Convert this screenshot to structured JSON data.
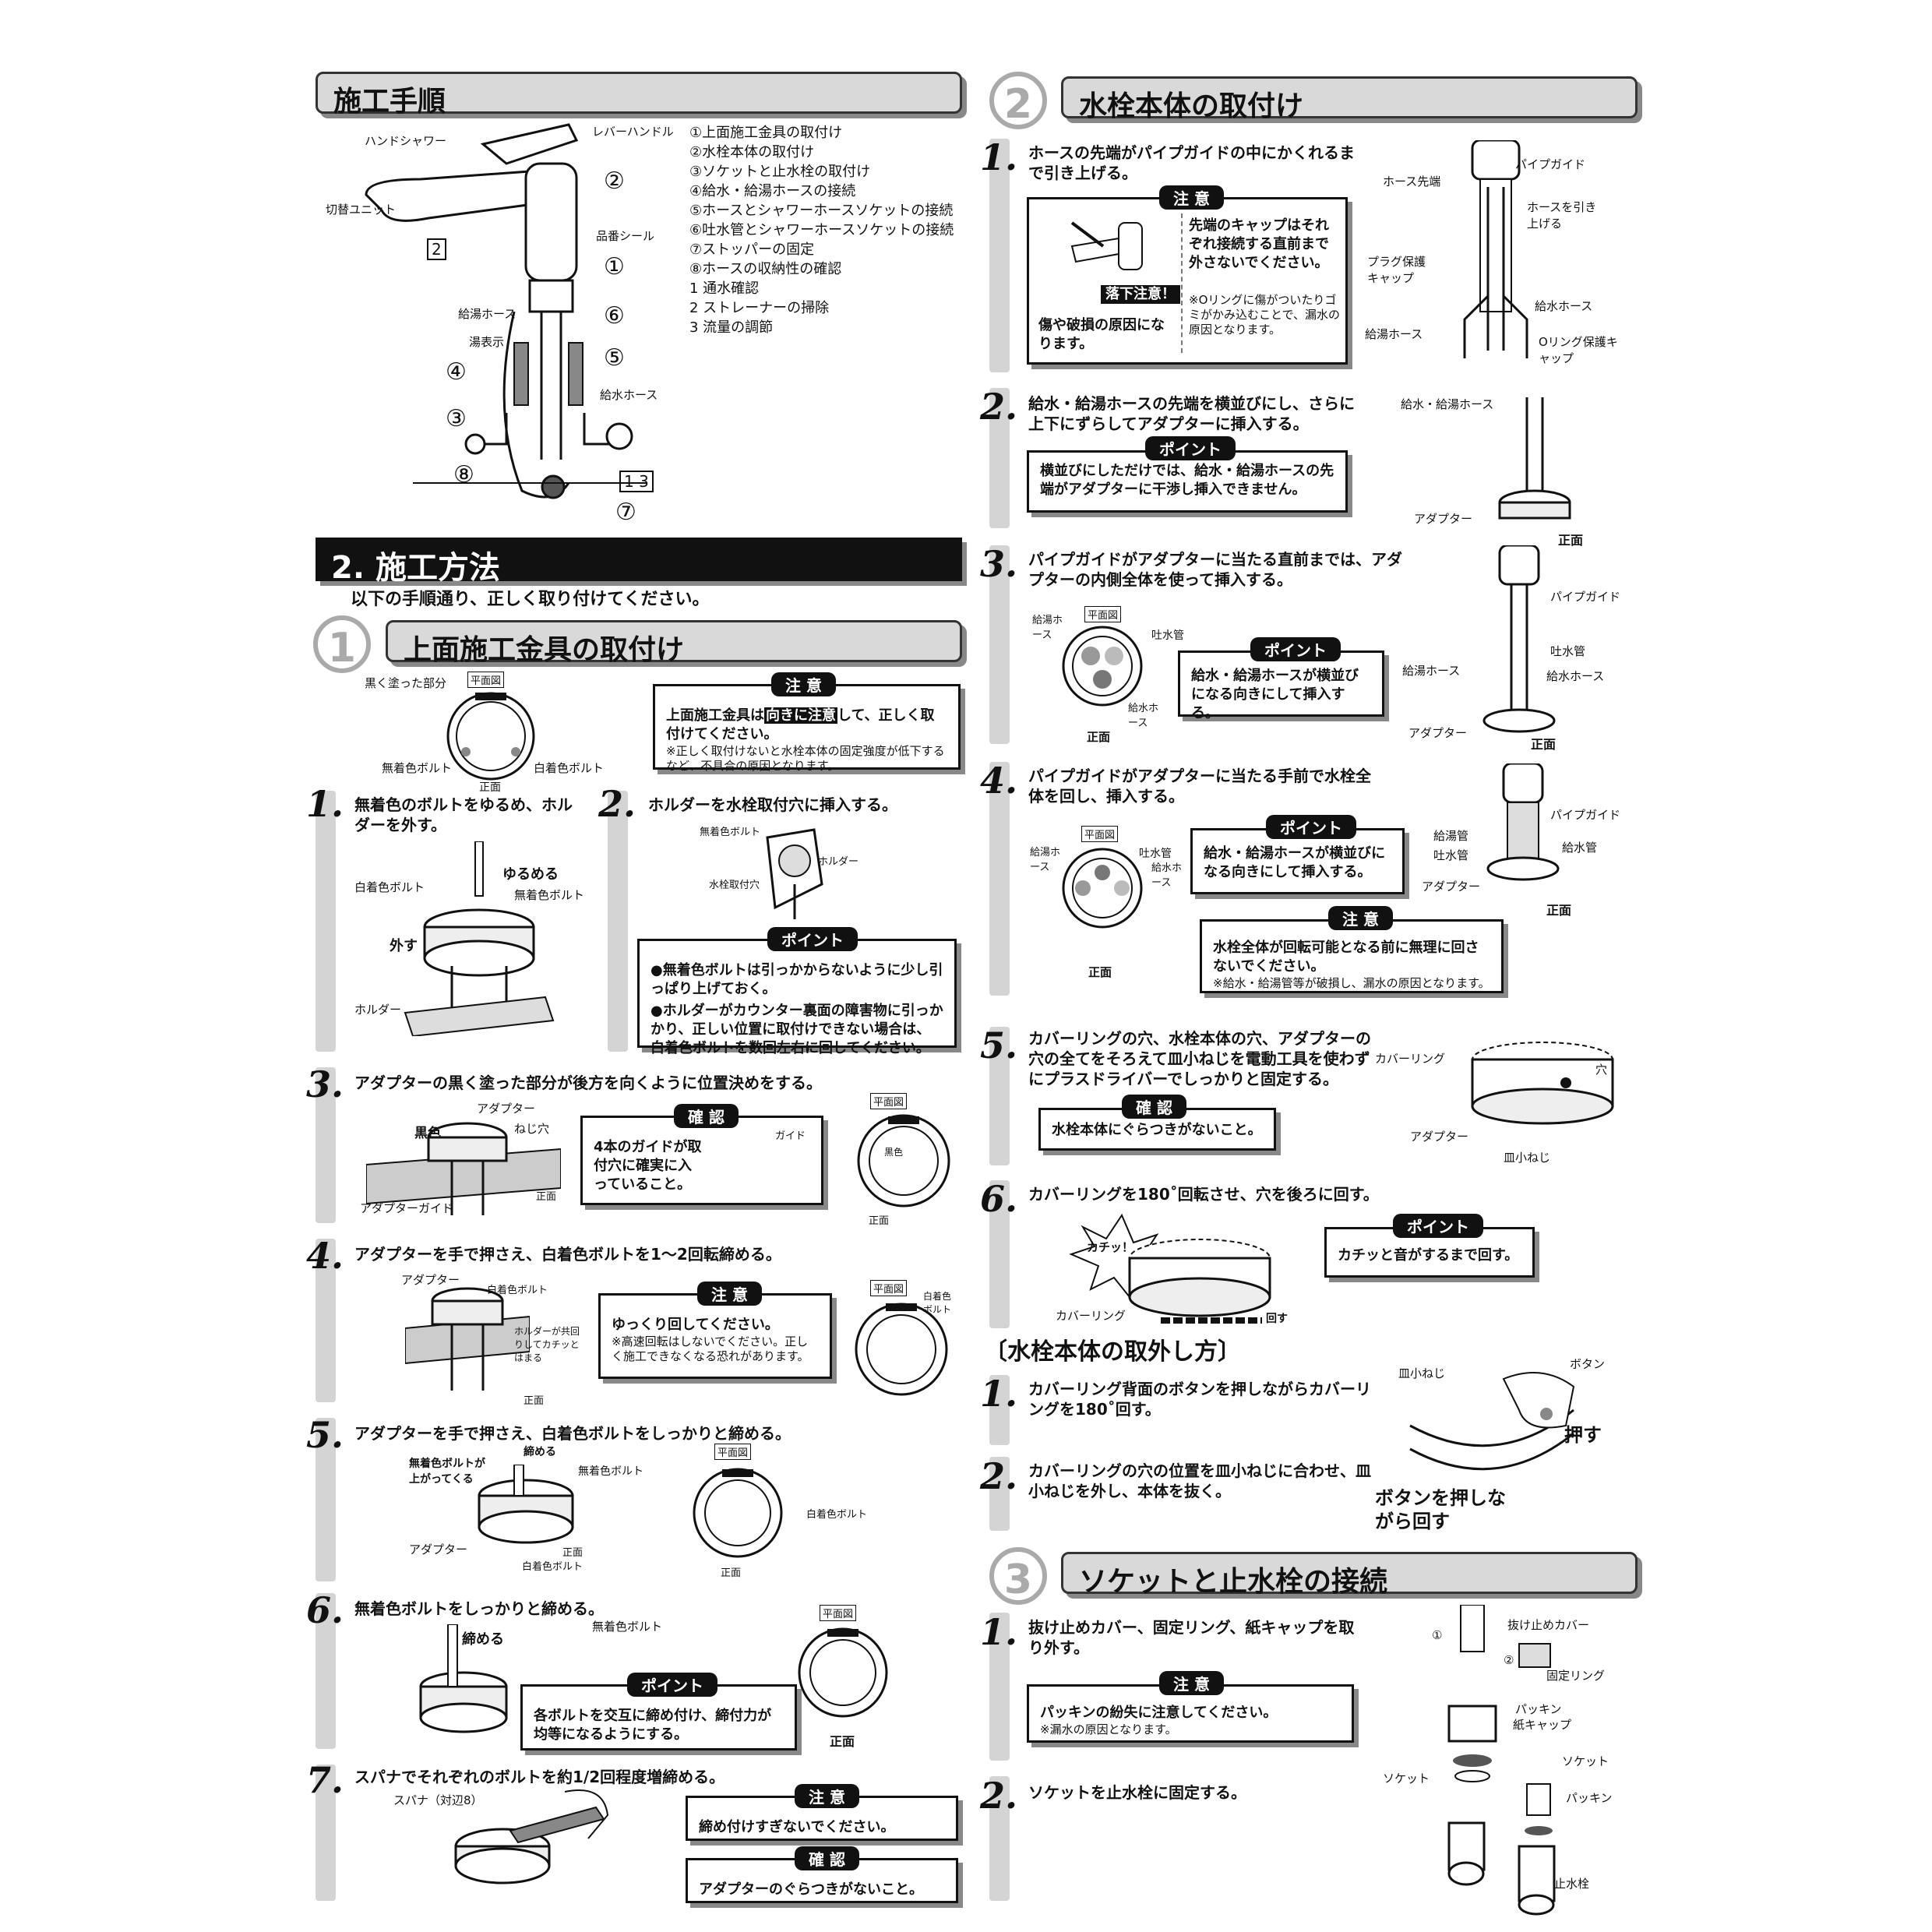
{
  "procedure": {
    "title": "施工手順",
    "labels": {
      "hand_shower": "ハンドシャワー",
      "lever_handle": "レバーハンドル",
      "switch_unit": "切替ユニット",
      "model_seal": "品番シール",
      "hot_hose": "給湯ホース",
      "hot_mark": "湯表示",
      "cold_hose": "給水ホース",
      "box2": "2",
      "box13": "1 3"
    },
    "list": [
      "①上面施工金具の取付け",
      "②水栓本体の取付け",
      "③ソケットと止水栓の取付け",
      "④給水・給湯ホースの接続",
      "⑤ホースとシャワーホースソケットの接続",
      "⑥吐水管とシャワーホースソケットの接続",
      "⑦ストッパーの固定",
      "⑧ホースの収納性の確認",
      "1 通水確認",
      "2 ストレーナーの掃除",
      "3 流量の調節"
    ],
    "callouts": [
      "②",
      "①",
      "⑥",
      "⑤",
      "④",
      "③",
      "⑧",
      "⑦"
    ]
  },
  "method": {
    "title": "2. 施工方法",
    "intro": "以下の手順通り、正しく取り付けてください。"
  },
  "sec1": {
    "num": "1",
    "title": "上面施工金具の取付け",
    "top_labels": {
      "black_part": "黒く塗った部分",
      "plan": "平面図",
      "plain_bolt": "無着色ボルト",
      "white_bolt": "白着色ボルト",
      "front": "正面"
    },
    "caution_top": {
      "tag": "注 意",
      "text1": "上面施工金具は",
      "highlight": "向きに注意",
      "text2": "して、正しく取付けてください。",
      "note": "※正しく取付けないと水栓本体の固定強度が低下するなど、不具合の原因となります。"
    },
    "s1": {
      "num": "1.",
      "text": "無着色のボルトをゆるめ、ホルダーを外す。",
      "labels": [
        "ゆるめる",
        "白着色ボルト",
        "無着色ボルト",
        "外す",
        "ホルダー"
      ]
    },
    "s2": {
      "num": "2.",
      "text": "ホルダーを水栓取付穴に挿入する。",
      "labels": [
        "無着色ボルト",
        "ホルダー",
        "水栓取付穴"
      ],
      "point": {
        "tag": "ポイント",
        "b1": "●無着色ボルトは引っかからないように少し引っぱり上げておく。",
        "b2": "●ホルダーがカウンター裏面の障害物に引っかかり、正しい位置に取付けできない場合は、白着色ボルトを数回左右に回してください。"
      }
    },
    "s3": {
      "num": "3.",
      "text": "アダプターの黒く塗った部分が後方を向くように位置決めをする。",
      "labels": [
        "アダプター",
        "黒色",
        "ねじ穴",
        "アダプターガイド",
        "正面",
        "ガイド",
        "平面図",
        "黒色",
        "正面"
      ],
      "check": {
        "tag": "確 認",
        "text": "4本のガイドが取付穴に確実に入っていること。"
      }
    },
    "s4": {
      "num": "4.",
      "text": "アダプターを手で押さえ、白着色ボルトを1～2回転締める。",
      "labels": [
        "アダプター",
        "白着色ボルト",
        "ホルダーが共回りしてカチッとはまる",
        "正面",
        "平面図",
        "白着色ボルト"
      ],
      "caution": {
        "tag": "注 意",
        "text": "ゆっくり回してください。",
        "note": "※高速回転はしないでください。正しく施工できなくなる恐れがあります。"
      }
    },
    "s5": {
      "num": "5.",
      "text": "アダプターを手で押さえ、白着色ボルトをしっかりと締める。",
      "labels": [
        "無着色ボルトが上がってくる",
        "締める",
        "無着色ボルト",
        "平面図",
        "アダプター",
        "正面",
        "白着色ボルト",
        "白着色ボルト",
        "正面"
      ]
    },
    "s6": {
      "num": "6.",
      "text": "無着色ボルトをしっかりと締める。",
      "labels": [
        "締める",
        "無着色ボルト",
        "平面図",
        "正面"
      ],
      "point": {
        "tag": "ポイント",
        "text": "各ボルトを交互に締め付け、締付力が均等になるようにする。"
      }
    },
    "s7": {
      "num": "7.",
      "text": "スパナでそれぞれのボルトを約1/2回程度増締める。",
      "labels": [
        "スパナ（対辺8）"
      ],
      "caution": {
        "tag": "注 意",
        "text": "締め付けすぎないでください。"
      },
      "check": {
        "tag": "確 認",
        "text": "アダプターのぐらつきがないこと。"
      }
    }
  },
  "sec2": {
    "num": "2",
    "title": "水栓本体の取付け",
    "s1": {
      "num": "1.",
      "text": "ホースの先端がパイプガイドの中にかくれるまで引き上げる。",
      "caution": {
        "tag": "注 意",
        "drop": "落下注意！",
        "left": "傷や破損の原因になります。",
        "right": "先端のキャップはそれぞれ接続する直前まで外さないでください。",
        "note": "※Oリングに傷がついたりゴミがかみ込むことで、漏水の原因となります。"
      },
      "labels": [
        "パイプガイド",
        "ホース先端",
        "ホースを引き上げる",
        "プラグ保護キャップ",
        "給水ホース",
        "給湯ホース",
        "Oリング保護キャップ"
      ]
    },
    "s2": {
      "num": "2.",
      "text": "給水・給湯ホースの先端を横並びにし、さらに上下にずらしてアダプターに挿入する。",
      "point": {
        "tag": "ポイント",
        "text": "横並びにしただけでは、給水・給湯ホースの先端がアダプターに干渉し挿入できません。"
      },
      "labels": [
        "給水・給湯ホース",
        "アダプター",
        "正面"
      ]
    },
    "s3": {
      "num": "3.",
      "text": "パイプガイドがアダプターに当たる直前までは、アダプターの内側全体を使って挿入する。",
      "point": {
        "tag": "ポイント",
        "text": "給水・給湯ホースが横並びになる向きにして挿入する。"
      },
      "labels": [
        "給湯ホース",
        "平面図",
        "吐水管",
        "給水ホース",
        "正面",
        "パイプガイド",
        "吐水管",
        "給湯ホース",
        "給水ホース",
        "アダプター",
        "正面"
      ]
    },
    "s4": {
      "num": "4.",
      "text": "パイプガイドがアダプターに当たる手前で水栓全体を回し、挿入する。",
      "point": {
        "tag": "ポイント",
        "text": "給水・給湯ホースが横並びになる向きにして挿入する。"
      },
      "caution": {
        "tag": "注 意",
        "text": "水栓全体が回転可能となる前に無理に回さないでください。",
        "note": "※給水・給湯管等が破損し、漏水の原因となります。"
      },
      "labels": [
        "平面図",
        "給湯ホース",
        "吐水管",
        "給水ホース",
        "正面",
        "パイプガイド",
        "給湯管",
        "吐水管",
        "給水管",
        "アダプター",
        "正面"
      ]
    },
    "s5": {
      "num": "5.",
      "text": "カバーリングの穴、水栓本体の穴、アダプターの穴の全てをそろえて皿小ねじを電動工具を使わずにプラスドライバーでしっかりと固定する。",
      "check": {
        "tag": "確 認",
        "text": "水栓本体にぐらつきがないこと。"
      },
      "labels": [
        "カバーリング",
        "穴",
        "アダプター",
        "皿小ねじ"
      ]
    },
    "s6": {
      "num": "6.",
      "text": "カバーリングを180˚回転させ、穴を後ろに回す。",
      "point": {
        "tag": "ポイント",
        "text": "カチッと音がするまで回す。"
      },
      "labels": [
        "カチッ！",
        "カバーリング",
        "回す"
      ]
    },
    "removal": {
      "title": "〔水栓本体の取外し方〕",
      "s1": {
        "num": "1.",
        "text": "カバーリング背面のボタンを押しながらカバーリングを180˚回す。"
      },
      "s2": {
        "num": "2.",
        "text": "カバーリングの穴の位置を皿小ねじに合わせ、皿小ねじを外し、本体を抜く。"
      },
      "labels": [
        "皿小ねじ",
        "ボタン",
        "押す",
        "ボタンを押しながら回す"
      ]
    }
  },
  "sec3": {
    "num": "3",
    "title": "ソケットと止水栓の接続",
    "s1": {
      "num": "1.",
      "text": "抜け止めカバー、固定リング、紙キャップを取り外す。",
      "caution": {
        "tag": "注 意",
        "text": "パッキンの紛失に注意してください。",
        "note": "※漏水の原因となります。"
      }
    },
    "s2": {
      "num": "2.",
      "text": "ソケットを止水栓に固定する。"
    },
    "labels": [
      "抜け止めカバー",
      "固定リング",
      "パッキン",
      "紙キャップ",
      "ソケット",
      "ソケット",
      "パッキン",
      "止水栓",
      "①",
      "②"
    ]
  }
}
